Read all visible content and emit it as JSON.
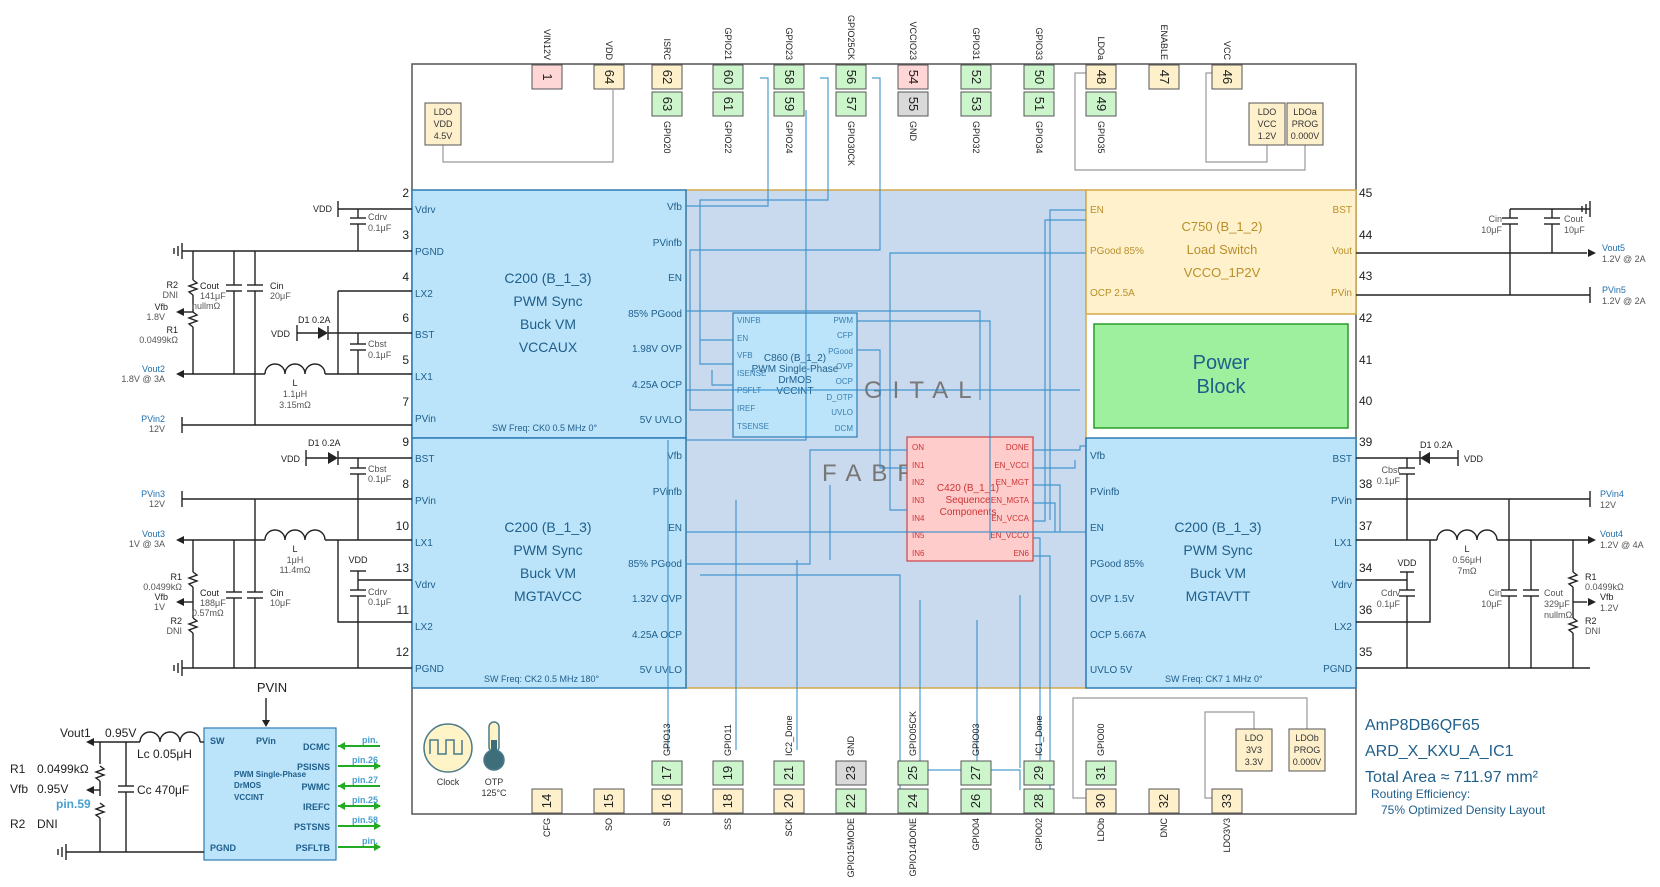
{
  "chip": {
    "part_number": "AmP8DB6QF65",
    "design_name": "ARD_X_KXU_A_IC1",
    "total_area": "Total Area ≈ 711.97 mm²",
    "routing_label": "Routing Efficiency:",
    "routing_value": "75% Optimized Density Layout",
    "fabric_text_1": "DIGITAL",
    "fabric_text_2": "FABRIC"
  },
  "colors": {
    "power": "#ffd6d6",
    "supply": "#fff0cc",
    "gpio": "#ccf5cc",
    "gnd": "#d9d9d9",
    "buck_fill": "#bbe3fa",
    "buck_text": "#1f5f8b",
    "fabric": "#c9d9ee",
    "load_switch": "#fff1cc",
    "load_switch_text": "#b8902a",
    "power_block": "#9ef09e",
    "sequencer": "#ffcccc",
    "sequencer_text": "#cc3333",
    "net_blue": "#2e8bc9",
    "arrow_green": "#22aa22"
  },
  "top_pins": {
    "outer": [
      {
        "num": "1",
        "label": "VIN12V",
        "type": "power"
      },
      {
        "num": "64",
        "label": "VDD",
        "type": "supply"
      },
      {
        "num": "62",
        "label": "ISRC",
        "type": "supply"
      },
      {
        "num": "60",
        "label": "GPIO21",
        "type": "gpio"
      },
      {
        "num": "58",
        "label": "GPIO23",
        "type": "gpio"
      },
      {
        "num": "56",
        "label": "GPIO25CK",
        "type": "gpio"
      },
      {
        "num": "54",
        "label": "VCCIO23",
        "type": "power"
      },
      {
        "num": "52",
        "label": "GPIO31",
        "type": "gpio"
      },
      {
        "num": "50",
        "label": "GPIO33",
        "type": "gpio"
      },
      {
        "num": "48",
        "label": "LDOa",
        "type": "supply"
      },
      {
        "num": "47",
        "label": "ENABLE",
        "type": "supply"
      },
      {
        "num": "46",
        "label": "VCC",
        "type": "supply"
      }
    ],
    "inner": [
      {
        "num": "63",
        "label": "GPIO20",
        "type": "gpio"
      },
      {
        "num": "61",
        "label": "GPIO22",
        "type": "gpio"
      },
      {
        "num": "59",
        "label": "GPIO24",
        "type": "gpio"
      },
      {
        "num": "57",
        "label": "GPIO30CK",
        "type": "gpio"
      },
      {
        "num": "55",
        "label": "GND",
        "type": "gnd"
      },
      {
        "num": "53",
        "label": "GPIO32",
        "type": "gpio"
      },
      {
        "num": "51",
        "label": "GPIO34",
        "type": "gpio"
      },
      {
        "num": "49",
        "label": "GPIO35",
        "type": "gpio"
      }
    ]
  },
  "bottom_pins": {
    "outer": [
      {
        "num": "14",
        "label": "CFG",
        "type": "supply"
      },
      {
        "num": "15",
        "label": "SO",
        "type": "supply"
      },
      {
        "num": "16",
        "label": "SI",
        "type": "supply"
      },
      {
        "num": "18",
        "label": "SS",
        "type": "supply"
      },
      {
        "num": "20",
        "label": "SCK",
        "type": "supply"
      },
      {
        "num": "22",
        "label": "GPIO15MODE",
        "type": "gpio"
      },
      {
        "num": "24",
        "label": "GPIO14DONE",
        "type": "gpio"
      },
      {
        "num": "26",
        "label": "GPIO04",
        "type": "gpio"
      },
      {
        "num": "28",
        "label": "GPIO02",
        "type": "gpio"
      },
      {
        "num": "30",
        "label": "LDOb",
        "type": "supply"
      },
      {
        "num": "32",
        "label": "DNC",
        "type": "supply"
      },
      {
        "num": "33",
        "label": "LDO3V3",
        "type": "supply"
      }
    ],
    "inner": [
      {
        "num": "17",
        "label": "GPIO13",
        "type": "gpio"
      },
      {
        "num": "19",
        "label": "GPIO11",
        "type": "gpio"
      },
      {
        "num": "21",
        "label": "IC2_Done",
        "type": "gpio"
      },
      {
        "num": "23",
        "label": "GND",
        "type": "gnd"
      },
      {
        "num": "25",
        "label": "GPIO05CK",
        "type": "gpio"
      },
      {
        "num": "27",
        "label": "GPIO03",
        "type": "gpio"
      },
      {
        "num": "29",
        "label": "IC1_Done",
        "type": "gpio"
      },
      {
        "num": "31",
        "label": "GPIO00",
        "type": "gpio"
      }
    ]
  },
  "ldo_boxes": [
    {
      "lines": [
        "LDO",
        "VDD",
        "4.5V"
      ]
    },
    {
      "lines": [
        "LDO",
        "VCC",
        "1.2V"
      ]
    },
    {
      "lines": [
        "LDOa",
        "PROG",
        "0.000V"
      ]
    },
    {
      "lines": [
        "LDO",
        "3V3",
        "3.3V"
      ]
    },
    {
      "lines": [
        "LDOb",
        "PROG",
        "0.000V"
      ]
    }
  ],
  "misc_icons": {
    "clock_label": "Clock",
    "otp_label": "OTP",
    "otp_value": "125°C"
  },
  "buck_blocks": [
    {
      "id": "vccaux",
      "title": [
        "C200 (B_1_3)",
        "PWM Sync",
        "Buck VM",
        "VCCAUX"
      ],
      "left_pins": [
        "Vdrv",
        "PGND",
        "LX2",
        "BST",
        "LX1",
        "PVin"
      ],
      "right_pins": [
        "Vfb",
        "PVinfb",
        "EN",
        "85% PGood",
        "1.98V OVP",
        "4.25A OCP",
        "5V UVLO"
      ],
      "sw_freq": "SW Freq: CK0 0.5 MHz 0°",
      "pin_numbers": [
        "2",
        "3",
        "4",
        "6",
        "5",
        "7"
      ]
    },
    {
      "id": "mgtavcc",
      "title": [
        "C200 (B_1_3)",
        "PWM Sync",
        "Buck VM",
        "MGTAVCC"
      ],
      "left_pins": [
        "BST",
        "PVin",
        "LX1",
        "Vdrv",
        "LX2",
        "PGND"
      ],
      "right_pins": [
        "Vfb",
        "PVinfb",
        "EN",
        "85% PGood",
        "1.32V OVP",
        "4.25A OCP",
        "5V UVLO"
      ],
      "sw_freq": "SW Freq: CK2 0.5 MHz 180°",
      "pin_numbers": [
        "9",
        "8",
        "10",
        "13",
        "11",
        "12"
      ]
    },
    {
      "id": "mgtavtt",
      "title": [
        "C200 (B_1_3)",
        "PWM Sync",
        "Buck VM",
        "MGTAVTT"
      ],
      "left_pins": [
        "Vfb",
        "PVinfb",
        "EN",
        "PGood 85%",
        "OVP 1.5V",
        "OCP 5.667A",
        "UVLO 5V"
      ],
      "right_pins": [
        "BST",
        "PVin",
        "LX1",
        "Vdrv",
        "LX2",
        "PGND"
      ],
      "sw_freq": "SW Freq: CK7 1 MHz 0°",
      "pin_numbers": [
        "39",
        "38",
        "37",
        "34",
        "36",
        "35"
      ]
    }
  ],
  "load_switch": {
    "title": [
      "C750 (B_1_2)",
      "Load Switch",
      "VCCO_1P2V"
    ],
    "left_pins": [
      "EN",
      "PGood 85%",
      "OCP 2.5A"
    ],
    "right_pins": [
      "BST",
      "Vout",
      "PVin"
    ],
    "pin_numbers": [
      "45",
      "44",
      "43"
    ]
  },
  "power_block": {
    "title": [
      "Power",
      "Block"
    ],
    "pin_numbers": [
      "42",
      "41",
      "40"
    ]
  },
  "drmos": {
    "title": [
      "C860 (B_1_2)",
      "PWM Single-Phase",
      "DrMOS",
      "VCCINT"
    ],
    "left_pins": [
      "VINFB",
      "EN",
      "VFB",
      "ISENSE",
      "PSFLT",
      "IREF",
      "TSENSE"
    ],
    "right_pins": [
      "PWM",
      "CFP",
      "PGood",
      "OVP",
      "OCP",
      "D_OTP",
      "UVLO",
      "DCM"
    ]
  },
  "sequencer": {
    "title": [
      "C420 (B_1_1)",
      "Sequence",
      "Components"
    ],
    "left_pins": [
      "ON",
      "IN1",
      "IN2",
      "IN3",
      "IN4",
      "IN5",
      "IN6"
    ],
    "right_pins": [
      "DONE",
      "EN_VCCI",
      "EN_MGT",
      "EN_MGTA",
      "EN_VCCA",
      "EN_VCCO",
      "EN6"
    ]
  },
  "ext_left_top": {
    "vdd_label": "VDD",
    "cdrv": [
      "Cdrv",
      "0.1μF"
    ],
    "r2": [
      "R2",
      "DNI"
    ],
    "cout": [
      "Cout",
      "141μF",
      "nullmΩ"
    ],
    "cin": [
      "Cin",
      "20μF"
    ],
    "vfb": [
      "Vfb",
      "1.8V"
    ],
    "r1": [
      "R1",
      "0.0499kΩ"
    ],
    "d1": "D1 0.2A",
    "cbst": [
      "Cbst",
      "0.1μF"
    ],
    "vout": [
      "Vout2",
      "1.8V @ 3A"
    ],
    "inductor": [
      "L",
      "1.1μH",
      "3.15mΩ"
    ],
    "pvin": [
      "PVin2",
      "12V"
    ]
  },
  "ext_left_bottom": {
    "d1": "D1 0.2A",
    "vdd_label": "VDD",
    "cbst": [
      "Cbst",
      "0.1μF"
    ],
    "pvin": [
      "PVin3",
      "12V"
    ],
    "vout": [
      "Vout3",
      "1V @ 3A"
    ],
    "inductor": [
      "L",
      "1μH",
      "11.4mΩ"
    ],
    "r1": [
      "R1",
      "0.0499kΩ"
    ],
    "cout": [
      "Cout",
      "188μF",
      "0.57mΩ"
    ],
    "cin": [
      "Cin",
      "10μF"
    ],
    "vfb": [
      "Vfb",
      "1V"
    ],
    "r2": [
      "R2",
      "DNI"
    ],
    "cdrv": [
      "Cdrv",
      "0.1μF"
    ]
  },
  "ext_right_top": {
    "cin": [
      "Cin",
      "10μF"
    ],
    "cout": [
      "Cout",
      "10μF"
    ],
    "vout": [
      "Vout5",
      "1.2V @ 2A"
    ],
    "pvin": [
      "PVin5",
      "1.2V @ 2A"
    ]
  },
  "ext_right_bottom": {
    "d1": "D1 0.2A",
    "vdd_label": "VDD",
    "cbst": [
      "Cbst",
      "0.1μF"
    ],
    "pvin": [
      "PVin4",
      "12V"
    ],
    "vout": [
      "Vout4",
      "1.2V @ 4A"
    ],
    "inductor": [
      "L",
      "0.56μH",
      "7mΩ"
    ],
    "r1": [
      "R1",
      "0.0499kΩ"
    ],
    "cin": [
      "Cin",
      "10μF"
    ],
    "cout": [
      "Cout",
      "329μF",
      "nullmΩ"
    ],
    "vfb": [
      "Vfb",
      "1.2V"
    ],
    "r2": [
      "R2",
      "DNI"
    ],
    "cdrv": [
      "Cdrv",
      "0.1μF"
    ]
  },
  "ext_drmos": {
    "pvin": "PVIN",
    "vout": "Vout1",
    "vout_value": "0.95V",
    "lc": "Lc 0.05μH",
    "cc": "Cc 470μF",
    "r1": "R1",
    "r1_value": "0.0499kΩ",
    "vfb": "Vfb",
    "vfb_value": "0.95V",
    "vfb_pin": "pin.59",
    "r2": "R2",
    "r2_value": "DNI",
    "box_left": [
      "SW",
      "PGND"
    ],
    "box_pvin": "PVin",
    "box_title": [
      "PWM Single-Phase",
      "DrMOS",
      "VCCINT"
    ],
    "box_right": [
      "DCMC",
      "PSISNS",
      "PWMC",
      "IREFC",
      "PSTSNS",
      "PSFLTB"
    ],
    "pin_refs": [
      "pin.",
      "pin.26",
      "pin.27",
      "pin.25",
      "pin.58",
      "pin."
    ]
  }
}
